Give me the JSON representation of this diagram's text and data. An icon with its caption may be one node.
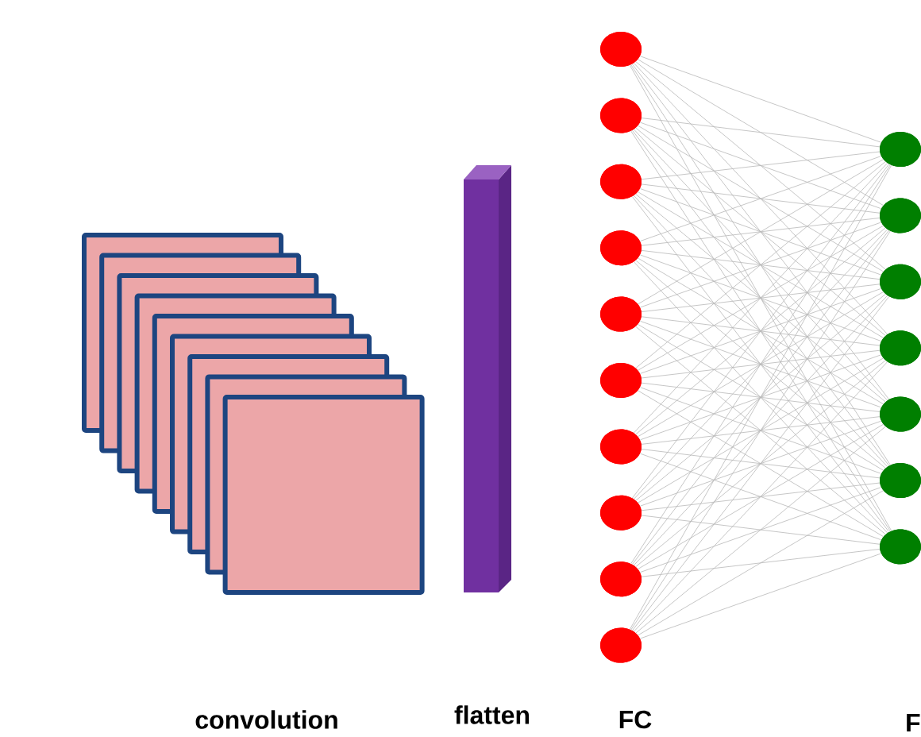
{
  "diagram": {
    "nodes": [
      {
        "text": [],
        "shape": "circle"
      },
      {
        "text": [],
        "shape": "circle"
      },
      {
        "text": [],
        "shape": "circle"
      },
      {
        "text": [],
        "shape": "circle"
      },
      {
        "text": [],
        "shape": "circle"
      },
      {
        "text": [],
        "shape": "circle"
      },
      {
        "text": [],
        "shape": "circle"
      },
      {
        "text": [],
        "shape": "circle"
      },
      {
        "text": [],
        "shape": "circle"
      },
      {
        "text": [],
        "shape": "circle"
      },
      {
        "text": [],
        "shape": "circle"
      },
      {
        "text": [],
        "shape": "circle"
      },
      {
        "text": [],
        "shape": "circle"
      },
      {
        "text": [],
        "shape": "circle"
      },
      {
        "text": [],
        "shape": "circle"
      },
      {
        "text": [],
        "shape": "circle"
      },
      {
        "text": [],
        "shape": "circle"
      }
    ],
    "edges": [
      {
        "from": 0,
        "to": 10,
        "arrow": "none"
      },
      {
        "from": 0,
        "to": 11,
        "arrow": "none"
      },
      {
        "from": 0,
        "to": 12,
        "arrow": "none"
      },
      {
        "from": 0,
        "to": 13,
        "arrow": "none"
      },
      {
        "from": 0,
        "to": 14,
        "arrow": "none"
      },
      {
        "from": 0,
        "to": 15,
        "arrow": "none"
      },
      {
        "from": 0,
        "to": 16,
        "arrow": "none"
      },
      {
        "from": 1,
        "to": 10,
        "arrow": "none"
      },
      {
        "from": 1,
        "to": 11,
        "arrow": "none"
      },
      {
        "from": 1,
        "to": 12,
        "arrow": "none"
      },
      {
        "from": 1,
        "to": 13,
        "arrow": "none"
      },
      {
        "from": 1,
        "to": 14,
        "arrow": "none"
      },
      {
        "from": 1,
        "to": 15,
        "arrow": "none"
      },
      {
        "from": 1,
        "to": 16,
        "arrow": "none"
      },
      {
        "from": 2,
        "to": 10,
        "arrow": "none"
      },
      {
        "from": 2,
        "to": 11,
        "arrow": "none"
      },
      {
        "from": 2,
        "to": 12,
        "arrow": "none"
      },
      {
        "from": 2,
        "to": 13,
        "arrow": "none"
      },
      {
        "from": 2,
        "to": 14,
        "arrow": "none"
      },
      {
        "from": 2,
        "to": 15,
        "arrow": "none"
      },
      {
        "from": 2,
        "to": 16,
        "arrow": "none"
      },
      {
        "from": 3,
        "to": 10,
        "arrow": "none"
      },
      {
        "from": 3,
        "to": 11,
        "arrow": "none"
      },
      {
        "from": 3,
        "to": 12,
        "arrow": "none"
      },
      {
        "from": 3,
        "to": 13,
        "arrow": "none"
      },
      {
        "from": 3,
        "to": 14,
        "arrow": "none"
      },
      {
        "from": 3,
        "to": 15,
        "arrow": "none"
      },
      {
        "from": 3,
        "to": 16,
        "arrow": "none"
      },
      {
        "from": 4,
        "to": 10,
        "arrow": "none"
      },
      {
        "from": 4,
        "to": 11,
        "arrow": "none"
      },
      {
        "from": 4,
        "to": 12,
        "arrow": "none"
      },
      {
        "from": 4,
        "to": 13,
        "arrow": "none"
      },
      {
        "from": 4,
        "to": 14,
        "arrow": "none"
      },
      {
        "from": 4,
        "to": 15,
        "arrow": "none"
      },
      {
        "from": 4,
        "to": 16,
        "arrow": "none"
      },
      {
        "from": 5,
        "to": 10,
        "arrow": "none"
      },
      {
        "from": 5,
        "to": 11,
        "arrow": "none"
      },
      {
        "from": 5,
        "to": 12,
        "arrow": "none"
      },
      {
        "from": 5,
        "to": 13,
        "arrow": "none"
      },
      {
        "from": 5,
        "to": 14,
        "arrow": "none"
      },
      {
        "from": 5,
        "to": 15,
        "arrow": "none"
      },
      {
        "from": 5,
        "to": 16,
        "arrow": "none"
      },
      {
        "from": 6,
        "to": 10,
        "arrow": "none"
      },
      {
        "from": 6,
        "to": 11,
        "arrow": "none"
      },
      {
        "from": 6,
        "to": 12,
        "arrow": "none"
      },
      {
        "from": 6,
        "to": 13,
        "arrow": "none"
      },
      {
        "from": 6,
        "to": 14,
        "arrow": "none"
      },
      {
        "from": 6,
        "to": 15,
        "arrow": "none"
      },
      {
        "from": 6,
        "to": 16,
        "arrow": "none"
      },
      {
        "from": 7,
        "to": 10,
        "arrow": "none"
      },
      {
        "from": 7,
        "to": 11,
        "arrow": "none"
      },
      {
        "from": 7,
        "to": 12,
        "arrow": "none"
      },
      {
        "from": 7,
        "to": 13,
        "arrow": "none"
      },
      {
        "from": 7,
        "to": 14,
        "arrow": "none"
      },
      {
        "from": 7,
        "to": 15,
        "arrow": "none"
      },
      {
        "from": 7,
        "to": 16,
        "arrow": "none"
      },
      {
        "from": 8,
        "to": 10,
        "arrow": "none"
      },
      {
        "from": 8,
        "to": 11,
        "arrow": "none"
      },
      {
        "from": 8,
        "to": 12,
        "arrow": "none"
      },
      {
        "from": 8,
        "to": 13,
        "arrow": "none"
      },
      {
        "from": 8,
        "to": 14,
        "arrow": "none"
      },
      {
        "from": 8,
        "to": 15,
        "arrow": "none"
      },
      {
        "from": 8,
        "to": 16,
        "arrow": "none"
      },
      {
        "from": 9,
        "to": 10,
        "arrow": "none"
      },
      {
        "from": 9,
        "to": 11,
        "arrow": "none"
      },
      {
        "from": 9,
        "to": 12,
        "arrow": "none"
      },
      {
        "from": 9,
        "to": 13,
        "arrow": "none"
      },
      {
        "from": 9,
        "to": 14,
        "arrow": "none"
      },
      {
        "from": 9,
        "to": 15,
        "arrow": "none"
      },
      {
        "from": 9,
        "to": 16,
        "arrow": "none"
      }
    ],
    "labels": [
      "convolution",
      "flatten",
      "FC",
      "F"
    ]
  }
}
